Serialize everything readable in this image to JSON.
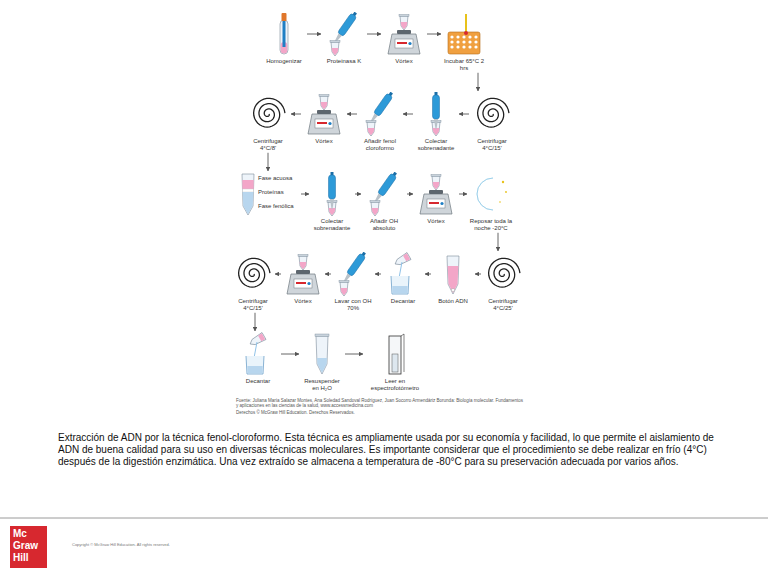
{
  "diagram": {
    "caption": "Extracción de ADN por la técnica fenol-cloroformo. Esta técnica es ampliamente usada por su economía y facilidad, lo que permite el aislamiento de ADN de buena calidad para su uso en diversas técnicas moleculares. Es importante considerar que el procedimiento se debe realizar en frío (4°C) después de la digestión enzimática. Una vez extraído se almacena a temperatura de -80°C para su preservación adecuada por varios años.",
    "nodes": [
      {
        "text": [
          "Homogenizar"
        ]
      },
      {
        "text": [
          "Proteinasa K"
        ]
      },
      {
        "text": [
          "Vórtex"
        ]
      },
      {
        "text": [
          "Incubar 65°C 2 hrs"
        ]
      },
      {
        "text": [
          "Centrifugar 4°C/15'"
        ]
      },
      {
        "text": [
          "Colectar sobrenadante"
        ]
      },
      {
        "text": [
          "Añadir fenol cloroformo"
        ]
      },
      {
        "text": [
          "Vórtex"
        ]
      },
      {
        "text": [
          "Centrifugar 4°C/8'"
        ]
      },
      {
        "text": [
          "Fase acuosa",
          "Proteínas",
          "Fase fenólica"
        ]
      },
      {
        "text": [
          "Colectar sobrenadante"
        ]
      },
      {
        "text": [
          "Añadir OH absoluto"
        ]
      },
      {
        "text": [
          "Vórtex"
        ]
      },
      {
        "text": [
          "Reposar toda la noche -20°C"
        ]
      },
      {
        "text": [
          "Centrifugar 4°C/25'"
        ]
      },
      {
        "text": [
          "Botón ADN"
        ]
      },
      {
        "text": [
          "Decantar"
        ]
      },
      {
        "text": [
          "Lavar con OH 70%"
        ]
      },
      {
        "text": [
          "Vórtex"
        ]
      },
      {
        "text": [
          "Centrifugar 4°C/15'"
        ]
      },
      {
        "text": [
          "Decantar"
        ]
      },
      {
        "text": [
          "Resuspender en H₂O"
        ]
      },
      {
        "text": [
          "Leer en espectrofotómetro"
        ]
      }
    ],
    "edges": [
      {
        "from": 0,
        "to": 1,
        "arrow": "to"
      },
      {
        "from": 1,
        "to": 2,
        "arrow": "to"
      },
      {
        "from": 2,
        "to": 3,
        "arrow": "to"
      },
      {
        "from": 3,
        "to": 4,
        "arrow": "to"
      },
      {
        "from": 4,
        "to": 5,
        "arrow": "to"
      },
      {
        "from": 5,
        "to": 6,
        "arrow": "to"
      },
      {
        "from": 6,
        "to": 7,
        "arrow": "to"
      },
      {
        "from": 7,
        "to": 8,
        "arrow": "to"
      },
      {
        "from": 8,
        "to": 9,
        "arrow": "to"
      },
      {
        "from": 9,
        "to": 10,
        "arrow": "to"
      },
      {
        "from": 10,
        "to": 11,
        "arrow": "to"
      },
      {
        "from": 11,
        "to": 12,
        "arrow": "to"
      },
      {
        "from": 12,
        "to": 13,
        "arrow": "to"
      },
      {
        "from": 13,
        "to": 14,
        "arrow": "to"
      },
      {
        "from": 14,
        "to": 15,
        "arrow": "to"
      },
      {
        "from": 15,
        "to": 16,
        "arrow": "to"
      },
      {
        "from": 16,
        "to": 17,
        "arrow": "to"
      },
      {
        "from": 17,
        "to": 18,
        "arrow": "to"
      },
      {
        "from": 18,
        "to": 19,
        "arrow": "to"
      },
      {
        "from": 19,
        "to": 20,
        "arrow": "to"
      },
      {
        "from": 20,
        "to": 21,
        "arrow": "to"
      },
      {
        "from": 21,
        "to": 22,
        "arrow": "to"
      }
    ],
    "labels": [
      "Fuente: Juliana María Salazar Montes, Ana Soledad Sandoval Rodríguez, Juan Socorro Armendáriz Borunda: Biología molecular. Fundamentos y aplicaciones en las ciencias de la salud, www.accessmedicina.com",
      "Derechos © McGraw Hill Education. Derechos Reservados.",
      "Mc",
      "Graw",
      "Hill",
      "Copyright © McGraw Hill Education. All rights reserved."
    ]
  }
}
